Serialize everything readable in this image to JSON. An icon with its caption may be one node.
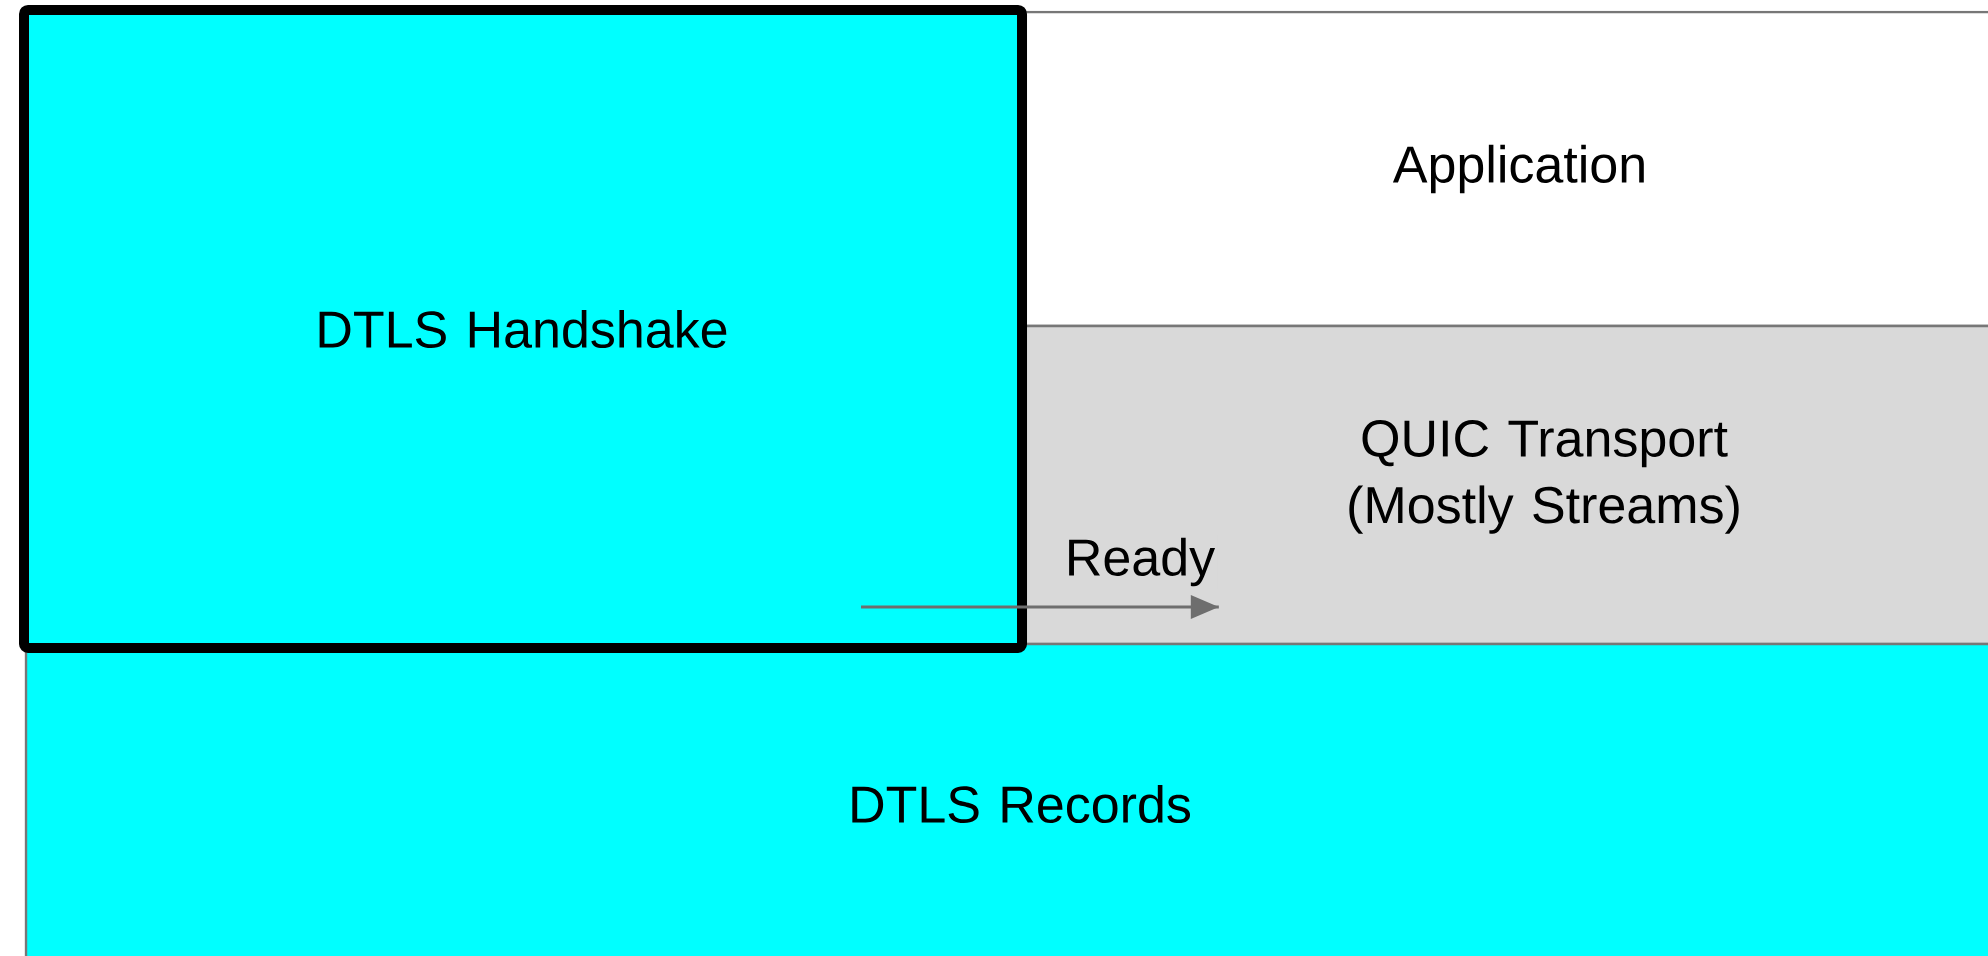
{
  "diagram": {
    "nodes": [
      {
        "text": [
          "DTLS Handshake"
        ]
      },
      {
        "text": [
          "Application"
        ]
      },
      {
        "text": [
          "QUIC Transport (Mostly Streams)"
        ]
      },
      {
        "text": [
          "DTLS Records"
        ]
      }
    ],
    "edges": [
      {
        "from": 0,
        "to": 2,
        "arrow": "to",
        "label": "Ready"
      }
    ]
  }
}
